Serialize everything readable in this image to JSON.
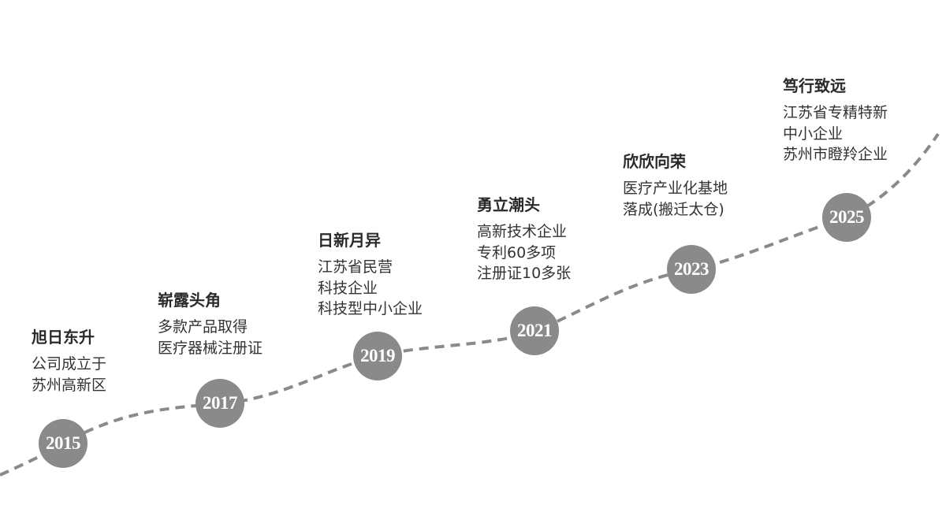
{
  "milestones": [
    {
      "year": "2015",
      "title": "旭日东升",
      "lines": [
        "公司成立于",
        "苏州高新区"
      ]
    },
    {
      "year": "2017",
      "title": "崭露头角",
      "lines": [
        "多款产品取得",
        "医疗器械注册证"
      ]
    },
    {
      "year": "2019",
      "title": "日新月异",
      "lines": [
        "江苏省民营",
        "科技企业",
        "科技型中小企业"
      ]
    },
    {
      "year": "2021",
      "title": "勇立潮头",
      "lines": [
        "高新技术企业",
        "专利60多项",
        "注册证10多张"
      ]
    },
    {
      "year": "2023",
      "title": "欣欣向荣",
      "lines": [
        "医疗产业化基地",
        "落成(搬迁太仓)"
      ]
    },
    {
      "year": "2025",
      "title": "笃行致远",
      "lines": [
        "江苏省专精特新",
        "中小企业",
        "苏州市瞪羚企业"
      ]
    }
  ],
  "colors": {
    "node_fill": "#8a8a8a",
    "path_stroke": "#8a8a8a",
    "title_text": "#2a2a2a",
    "body_text": "#333333"
  }
}
